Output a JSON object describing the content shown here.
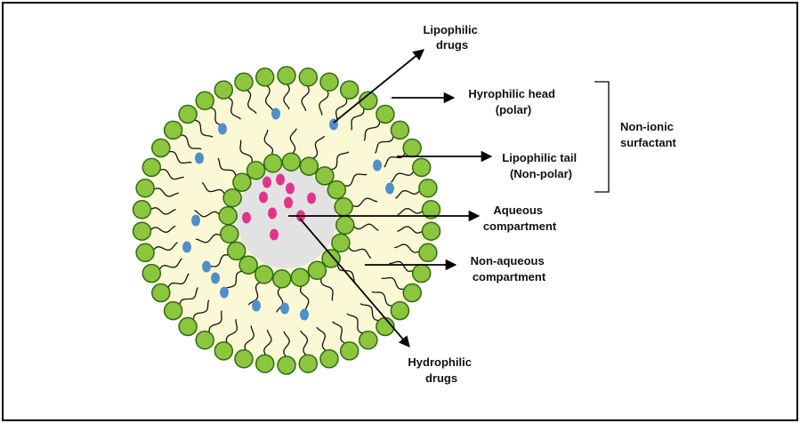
{
  "labels": {
    "lipophilic_drugs": [
      "Lipophilic",
      "drugs"
    ],
    "hydrophilic_head": [
      "Hyrophilic head",
      "(polar)"
    ],
    "lipophilic_tail": [
      "Lipophilic tail",
      "(Non-polar)"
    ],
    "non_ionic_surfactant": [
      "Non-ionic",
      "surfactant"
    ],
    "aqueous_compartment": [
      "Aqueous",
      "compartment"
    ],
    "non_aqueous_compartment": [
      "Non-aqueous",
      "compartment"
    ],
    "hydrophilic_drugs": [
      "Hydrophilic",
      "drugs"
    ]
  },
  "colors": {
    "head_fill": "#8cc63f",
    "head_stroke": "#2f6b14",
    "bilayer_fill": "#fbf8d6",
    "core_fill": "#e2e2e2",
    "lipophilic_drug": "#4f8fcb",
    "hydrophilic_drug": "#e2338a",
    "tail_stroke": "#111111",
    "frame": "#000000"
  }
}
